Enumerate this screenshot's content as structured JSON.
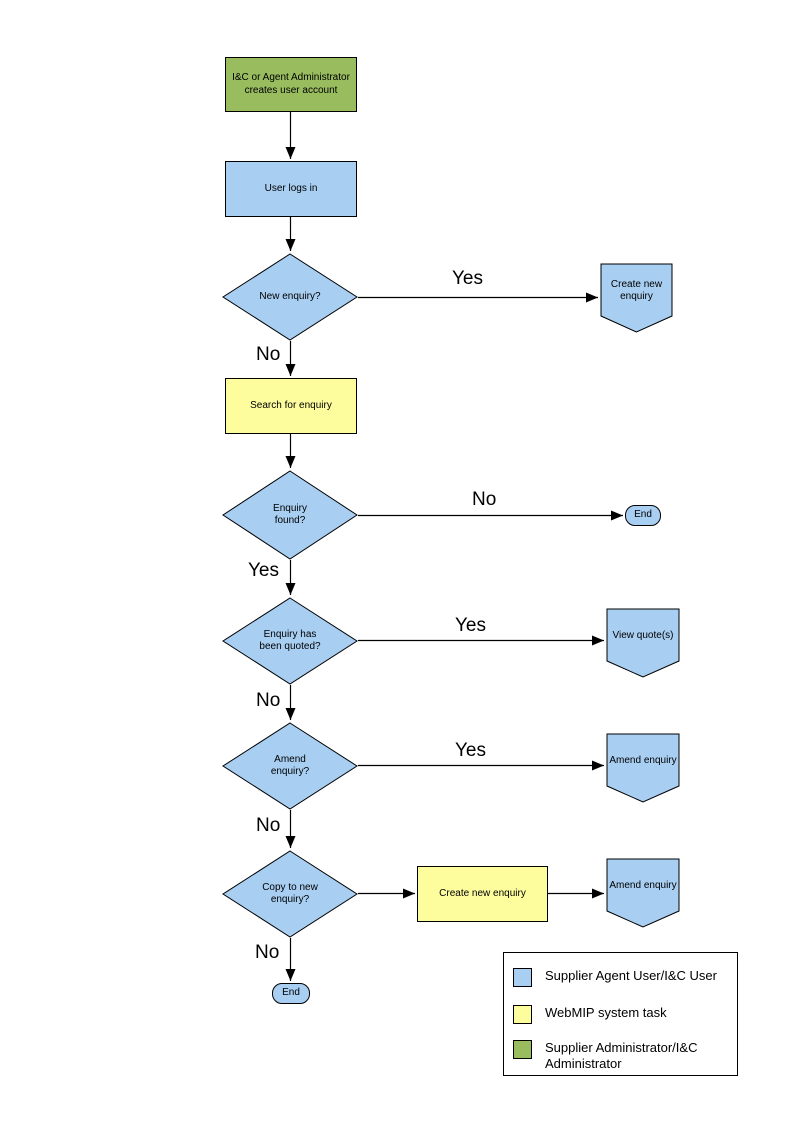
{
  "nodes": {
    "admin_creates": {
      "label": "I&C or Agent Administrator creates user account"
    },
    "user_logs_in": {
      "label": "User logs in"
    },
    "new_enquiry": {
      "label": "New enquiry?"
    },
    "create_new_enquiry": {
      "label": "Create new enquiry"
    },
    "search_for_enquiry": {
      "label": "Search for enquiry"
    },
    "enquiry_found": {
      "label": "Enquiry found?"
    },
    "end_1": {
      "label": "End"
    },
    "enquiry_quoted": {
      "label": "Enquiry has been quoted?"
    },
    "view_quotes": {
      "label": "View quote(s)"
    },
    "amend_enquiry_q": {
      "label": "Amend enquiry?"
    },
    "amend_enquiry": {
      "label": "Amend enquiry"
    },
    "copy_to_new": {
      "label": "Copy to new enquiry?"
    },
    "create_new_enquiry_task": {
      "label": "Create new enquiry"
    },
    "amend_enquiry_2": {
      "label": "Amend enquiry"
    },
    "end_2": {
      "label": "End"
    }
  },
  "edge_labels": {
    "yes": "Yes",
    "no": "No"
  },
  "colors": {
    "blue": "#A8CEF2",
    "yellow": "#FDFD9E",
    "green": "#98BC5E",
    "line": "#000000"
  },
  "legend": {
    "items": [
      {
        "label": "Supplier Agent User/I&C User",
        "color_key": "blue"
      },
      {
        "label": "WebMIP system task",
        "color_key": "yellow"
      },
      {
        "label": "Supplier Administrator/I&C Administrator",
        "color_key": "green"
      }
    ]
  }
}
